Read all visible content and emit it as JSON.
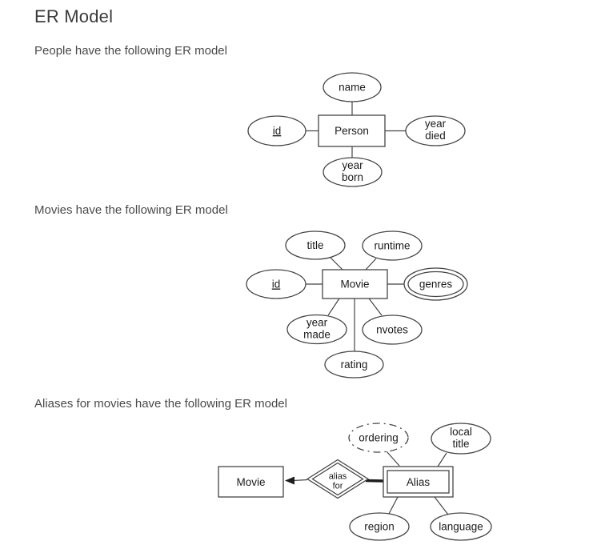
{
  "page_title": "ER Model",
  "sections": {
    "people": {
      "intro": "People have the following ER model",
      "entity": "Person",
      "attr_name": "name",
      "attr_id": "id",
      "attr_year_died": [
        "year",
        "died"
      ],
      "attr_year_born": [
        "year",
        "born"
      ]
    },
    "movies": {
      "intro": "Movies have the following ER model",
      "entity": "Movie",
      "attr_title": "title",
      "attr_runtime": "runtime",
      "attr_id": "id",
      "attr_genres": "genres",
      "attr_year_made": [
        "year",
        "made"
      ],
      "attr_nvotes": "nvotes",
      "attr_rating": "rating"
    },
    "aliases": {
      "intro": "Aliases for movies have the following ER model",
      "movie_entity": "Movie",
      "relationship": [
        "alias",
        "for"
      ],
      "alias_entity": "Alias",
      "attr_ordering": "ordering",
      "attr_local_title": [
        "local",
        "title"
      ],
      "attr_region": "region",
      "attr_language": "language"
    }
  },
  "notation": {
    "genres_style": "double-oval multivalued attribute",
    "ordering_style": "dash-dot oval",
    "alias_style": "double-rectangle weak entity",
    "relationship_style": "double diamond with arrow to Movie and thick line to Alias"
  },
  "colors": {
    "background": "#ffffff",
    "heading_text": "#3b3b3b",
    "body_text": "#4a4a4a",
    "diagram_stroke": "#454545",
    "diagram_text": "#1c1c1c"
  }
}
